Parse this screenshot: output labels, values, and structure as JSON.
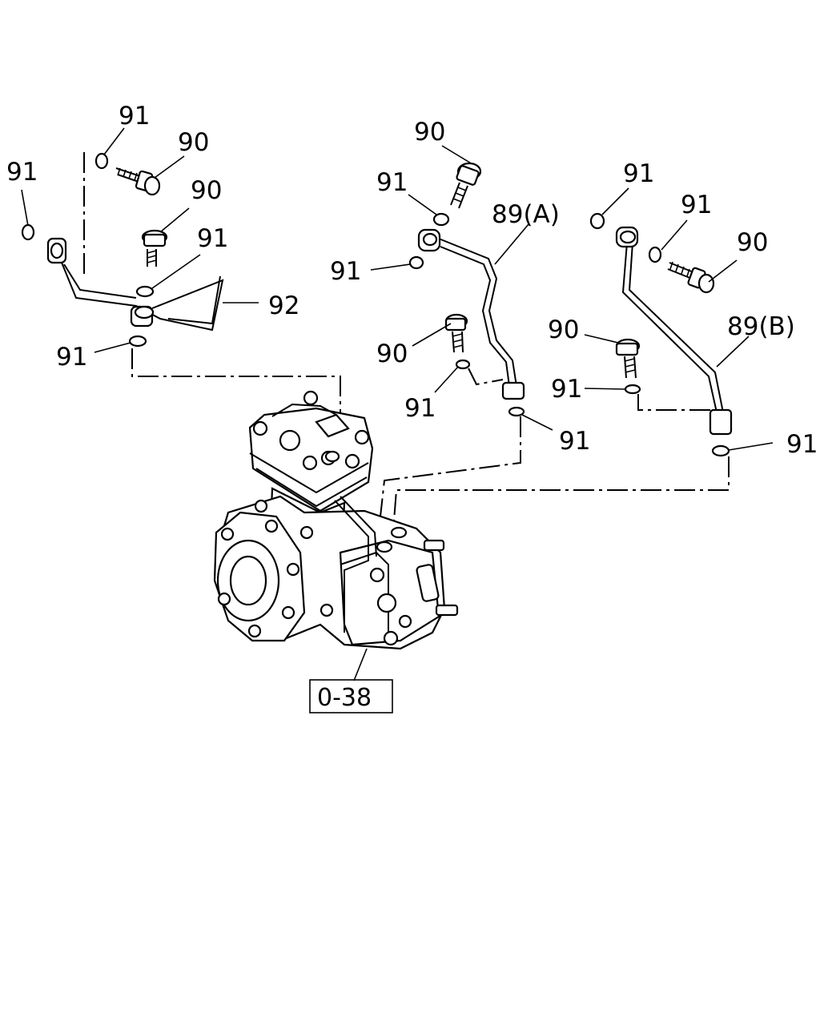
{
  "callouts": {
    "l_91_top": "91",
    "l_90_top": "90",
    "l_91_far": "91",
    "l_90_mid": "90",
    "l_91_mid": "91",
    "l_92": "92",
    "l_91_low": "91",
    "c_90_top": "90",
    "c_91_top": "91",
    "c_89a": "89(A)",
    "c_91_left": "91",
    "c_90_low": "90",
    "c_91_low": "91",
    "c_91_right": "91",
    "r_91_top": "91",
    "r_91_mid": "91",
    "r_90": "90",
    "r_89b": "89(B)",
    "r_90_low": "90",
    "r_91_low": "91",
    "r_91_far": "91"
  },
  "reference_box": {
    "label": "0-38"
  }
}
